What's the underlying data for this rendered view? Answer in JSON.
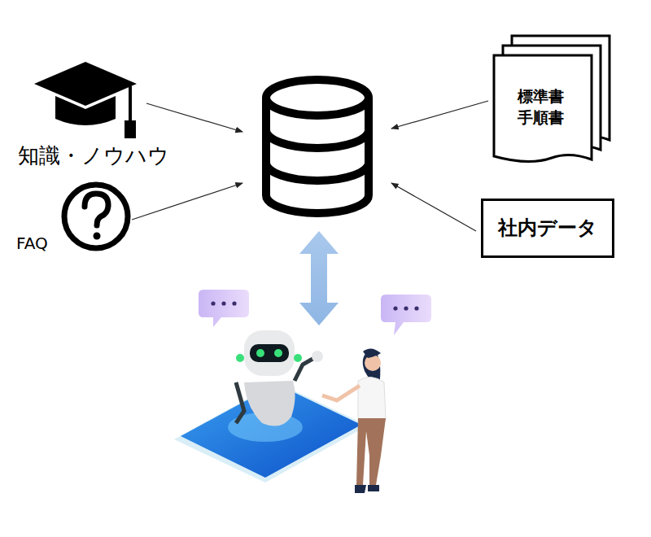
{
  "diagram": {
    "nodes": [
      {
        "text": [
          "標準書 手順書"
        ]
      },
      {
        "text": [
          "社内データ"
        ]
      }
    ],
    "labels": [
      "知識・ノウハウ",
      "FAQ"
    ]
  }
}
